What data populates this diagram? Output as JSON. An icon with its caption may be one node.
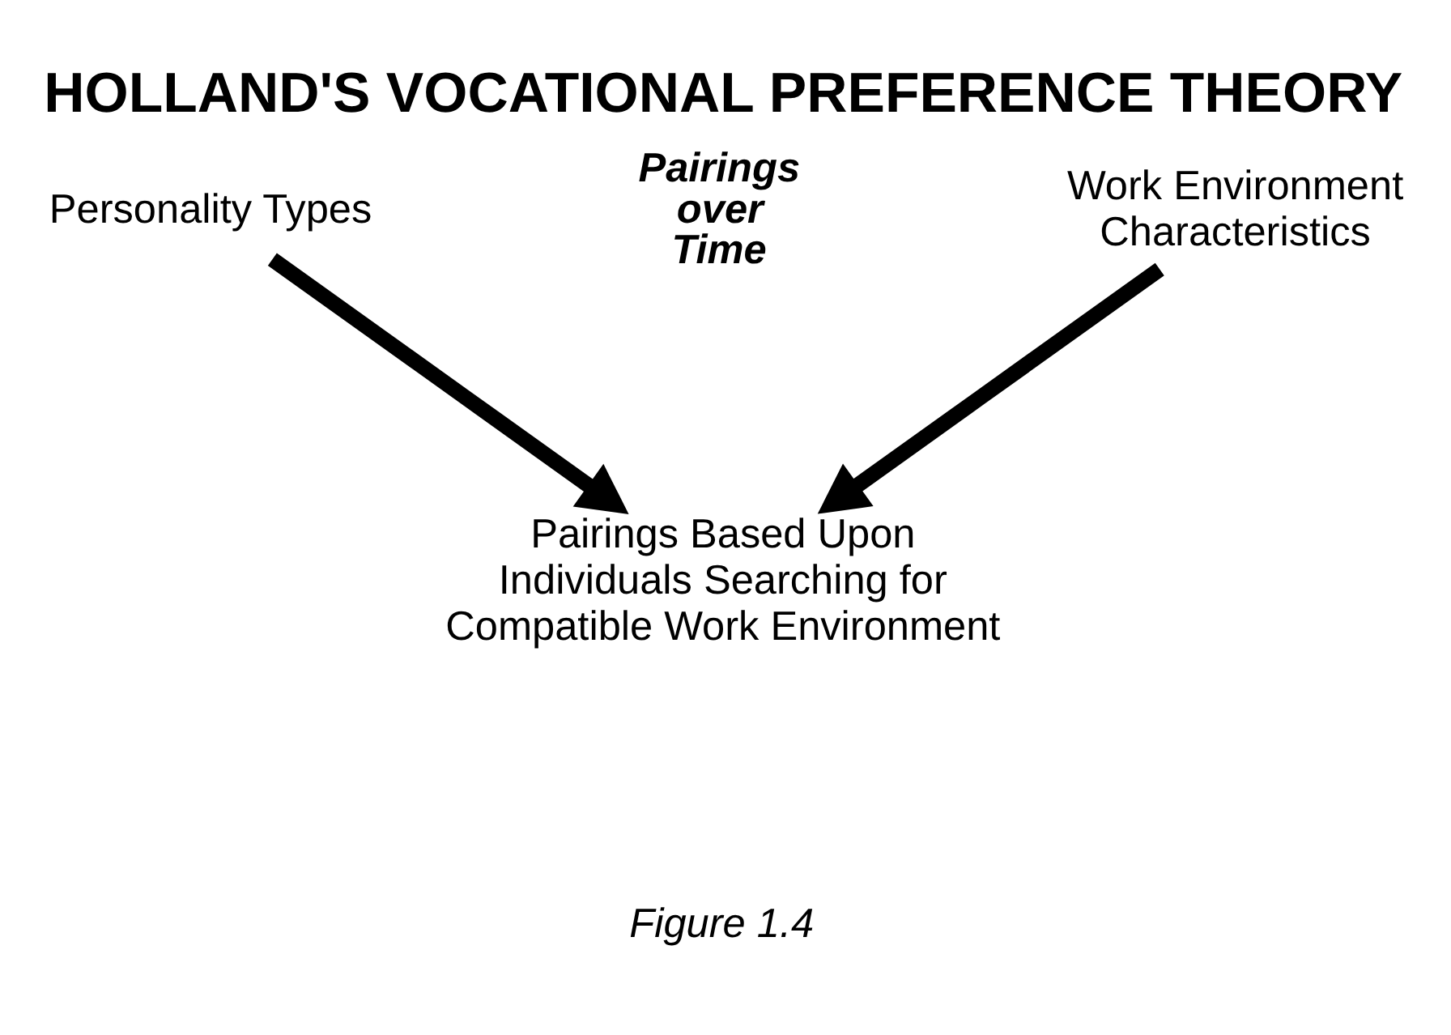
{
  "diagram": {
    "title": "HOLLAND'S VOCATIONAL PREFERENCE THEORY",
    "caption": "Figure 1.4",
    "nodes": [
      {
        "text": [
          "Personality Types"
        ]
      },
      {
        "text": [
          "Work Environment Characteristics"
        ]
      },
      {
        "text": [
          "Pairings Based Upon Individuals Searching for Compatible Work Environment"
        ]
      }
    ],
    "edges": [
      {
        "from": 0,
        "to": 2,
        "arrow": "to"
      },
      {
        "from": 1,
        "to": 2,
        "arrow": "to"
      }
    ],
    "labels": [
      "Pairings over Time"
    ]
  }
}
